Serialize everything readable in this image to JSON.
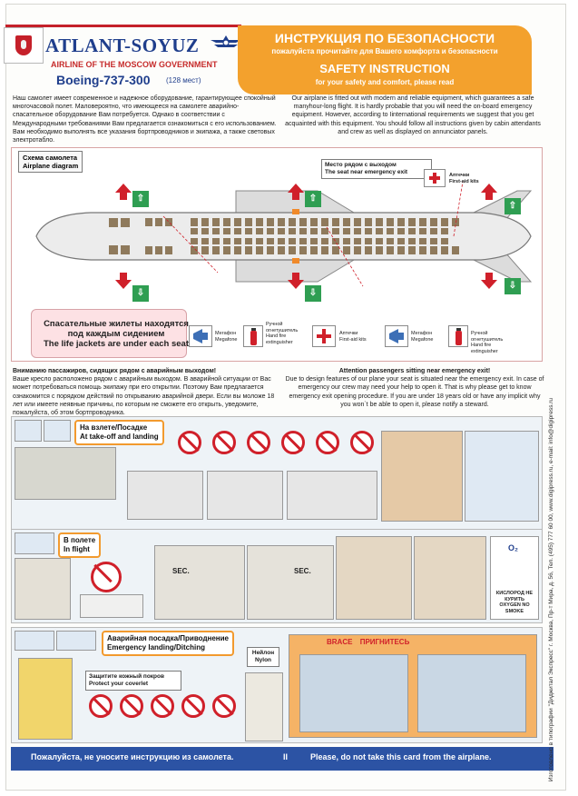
{
  "header": {
    "airline_name": "ATLANT-SOYUZ",
    "airline_subtitle": "AIRLINE OF THE MOSCOW GOVERNMENT",
    "aircraft_model": "Boeing-737-300",
    "seat_count": "(128 мест)",
    "title_ru": "ИНСТРУКЦИЯ ПО БЕЗОПАСНОСТИ",
    "subtitle_ru": "пожалуйста прочитайте для Вашего комфорта и безопасности",
    "title_en": "SAFETY INSTRUCTION",
    "subtitle_en": "for your safety and comfort, please read"
  },
  "intro": {
    "ru": "Наш самолет имеет современное и надежное оборудование, гарантирующее спокойный многочасовой полет. Маловероятно, что имеющееся на самолете аварийно-спасательное оборудование Вам потребуется. Однако в соответствии с Международными требованиями Вам предлагается ознакомиться с его использованием. Вам необходимо выполнять все указания бортпроводников и экипажа, а также световых электротабло.",
    "en": "Our airplane is fitted out with modern and reliable equipment, which guarantees a safe manyhour-long flight. It is hardly probable that you will need the on-board emergency equipment. However, according to Iinternational requirements we suggest that you get acquainted with this equipment. You should follow all instructions given by cabin attendants and crew as well as displayed on annunciator panels."
  },
  "diagram": {
    "label_ru": "Схема самолета",
    "label_en": "Airplane diagram",
    "exit_callout_ru": "Место рядом с выходом",
    "exit_callout_en": "The seat near emergency exit",
    "firstaid_ru": "Аптечки",
    "firstaid_en": "First-aid kits",
    "lifejacket_ru": "Спасательные жилеты находятся под каждым сидением",
    "lifejacket_en": "The life jackets are under each seat",
    "equipment": [
      {
        "name_ru": "Мегафон",
        "name_en": "Megafone"
      },
      {
        "name_ru": "Ручной огнетушитель",
        "name_en": "Hand fire extinguisher"
      },
      {
        "name_ru": "Аптечки",
        "name_en": "First-aid kits"
      },
      {
        "name_ru": "Мегафон",
        "name_en": "Megafone"
      },
      {
        "name_ru": "Ручной огнетушитель",
        "name_en": "Hand fire extinguisher"
      }
    ]
  },
  "emergency_exit": {
    "title_ru": "Вниманию пассажиров, сидящих рядом с аварийным выходом!",
    "body_ru": "Ваше кресло расположено рядом с аварийным выходом. В аварийной ситуации от Вас может потребоваться помощь экипажу при его открытии. Поэтому Вам предлагается ознакомится с порядком действий по открыванию аварийной двери. Если вы моложе 18 лет или имеете неявные причины, по которым не сможете его открыть, уведомите, пожалуйста, об этом бортпроводника.",
    "title_en": "Attention passengers sitting near emergency exit!",
    "body_en": "Due to design features of our plane your seat is situated near the emergency exit. In case of emergency our crew may need your help to open it. That is why please get to know emergency exit opening procedure. If you are under 18 years old or have any implicit why you won`t be able to open it, please notify a steward."
  },
  "takeoff": {
    "label_ru": "На взлете/Посадке",
    "label_en": "At take-off and landing"
  },
  "inflight": {
    "label_ru": "В полете",
    "label_en": "In flight",
    "sec_label": "SEC.",
    "oxygen_note_ru": "КИСЛОРОД НЕ КУРИТЬ",
    "oxygen_note_en": "OXYGEN NO SMOKE",
    "oxygen_symbol": "O₂"
  },
  "emergency_landing": {
    "label_ru": "Аварийная посадка/Приводнение",
    "label_en": "Emergency landing/Ditching",
    "cover_ru": "Защитите кожный покров",
    "cover_en": "Protect your coverlet",
    "nylon_ru": "Нейлон",
    "nylon_en": "Nylon",
    "brace_en": "BRACE",
    "brace_ru": "ПРИГНИТЕСЬ"
  },
  "footer": {
    "ru": "Пожалуйста, не уносите инструкцию из самолета.",
    "separator": "II",
    "en": "Please, do not take this card from the airplane."
  },
  "side_note": "Изготовлено в типографии \"Диджитал Экспресс\" г. Москва, Пр-т Мира, д. 56, Тел. (495) 777 60 00, www.digipress.ru, e-mail: info@digipress.ru",
  "colors": {
    "brand_blue": "#1f3e8c",
    "brand_red": "#c5202a",
    "header_orange": "#f3a12d",
    "footer_blue": "#2c53a4",
    "exit_green": "#2f9e52"
  }
}
